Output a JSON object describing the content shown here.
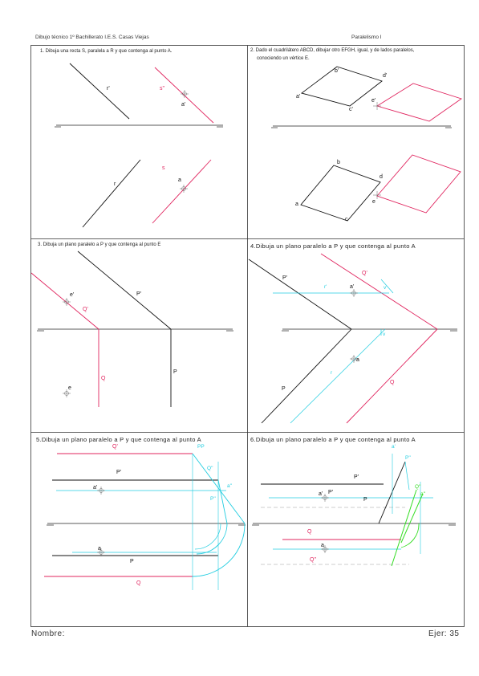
{
  "header": {
    "left": "Dibujo técnico 1º Bachillerato I.E.S. Casas Viejas",
    "right": "Paralelismo I"
  },
  "exercises": [
    {
      "id": "1",
      "caption": "1. Dibuja una recta S, paralela a R y que contenga al punto A."
    },
    {
      "id": "2",
      "caption_line1": "2. Dado el cuadrilátero ABCD, dibujar otro EFGH, igual, y de lados paralelos,",
      "caption_line2": "conociendo un vértice E."
    },
    {
      "id": "3",
      "caption": "3. Dibuja un plano paralelo a P y que contenga al punto E"
    },
    {
      "id": "4",
      "caption": "4.Dibuja un plano paralelo a P y que contenga al punto A"
    },
    {
      "id": "5",
      "caption": "5.Dibuja un plano paralelo a P y que contenga al punto A"
    },
    {
      "id": "6",
      "caption": "6.Dibuja un plano paralelo a P y que contenga al punto A"
    }
  ],
  "labels": {
    "e1": {
      "r1": "r'",
      "s1": "s''",
      "a1": "a'",
      "r": "r",
      "s": "s",
      "a": "a"
    },
    "e2": {
      "b1": "b'",
      "d1": "d'",
      "a1": "a'",
      "c1": "c'",
      "e1": "e'",
      "b": "b",
      "d": "d",
      "a": "a",
      "c": "c",
      "e": "e"
    },
    "e3": {
      "e1": "e'",
      "q1": "Q'",
      "p1": "P'",
      "q": "Q",
      "p": "P",
      "e": "e"
    },
    "e4": {
      "p1": "P'",
      "q1": "Q'",
      "r1": "r'",
      "a1": "a'",
      "v1": "v'",
      "v": "v",
      "a": "a",
      "r": "r",
      "p": "P",
      "q": "Q"
    },
    "e5": {
      "q1": "Q'",
      "pp": "PP",
      "p1": "P'",
      "q2": "Q''",
      "a1": "a'",
      "a2": "a''",
      "p2": "P''",
      "a": "a",
      "p": "P",
      "q": "Q"
    },
    "e6": {
      "a1t": "a'",
      "p2": "P''",
      "p1": "P'",
      "q2": "Q''",
      "a1": "a'",
      "p1b": "P'",
      "p": "P",
      "a2": "a''",
      "q": "Q",
      "a": "a",
      "q3": "Q''"
    }
  },
  "footer": {
    "name_label": "Nombre:",
    "exercise_label": "Ejer: 35"
  },
  "colors": {
    "ink": "#111111",
    "red": "#e0245e",
    "cyan": "#22cde0",
    "green": "#33dd22",
    "frame": "#333333"
  }
}
